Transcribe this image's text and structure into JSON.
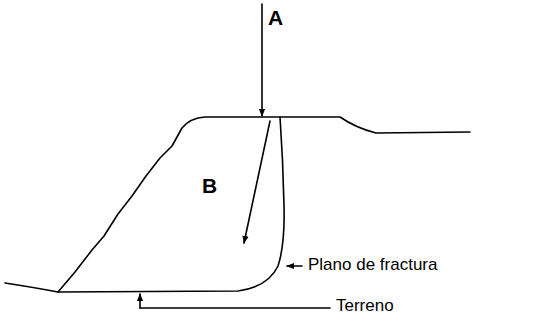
{
  "diagram": {
    "labels": [
      "A",
      "B",
      "Plano de fractura",
      "Terreno"
    ]
  }
}
